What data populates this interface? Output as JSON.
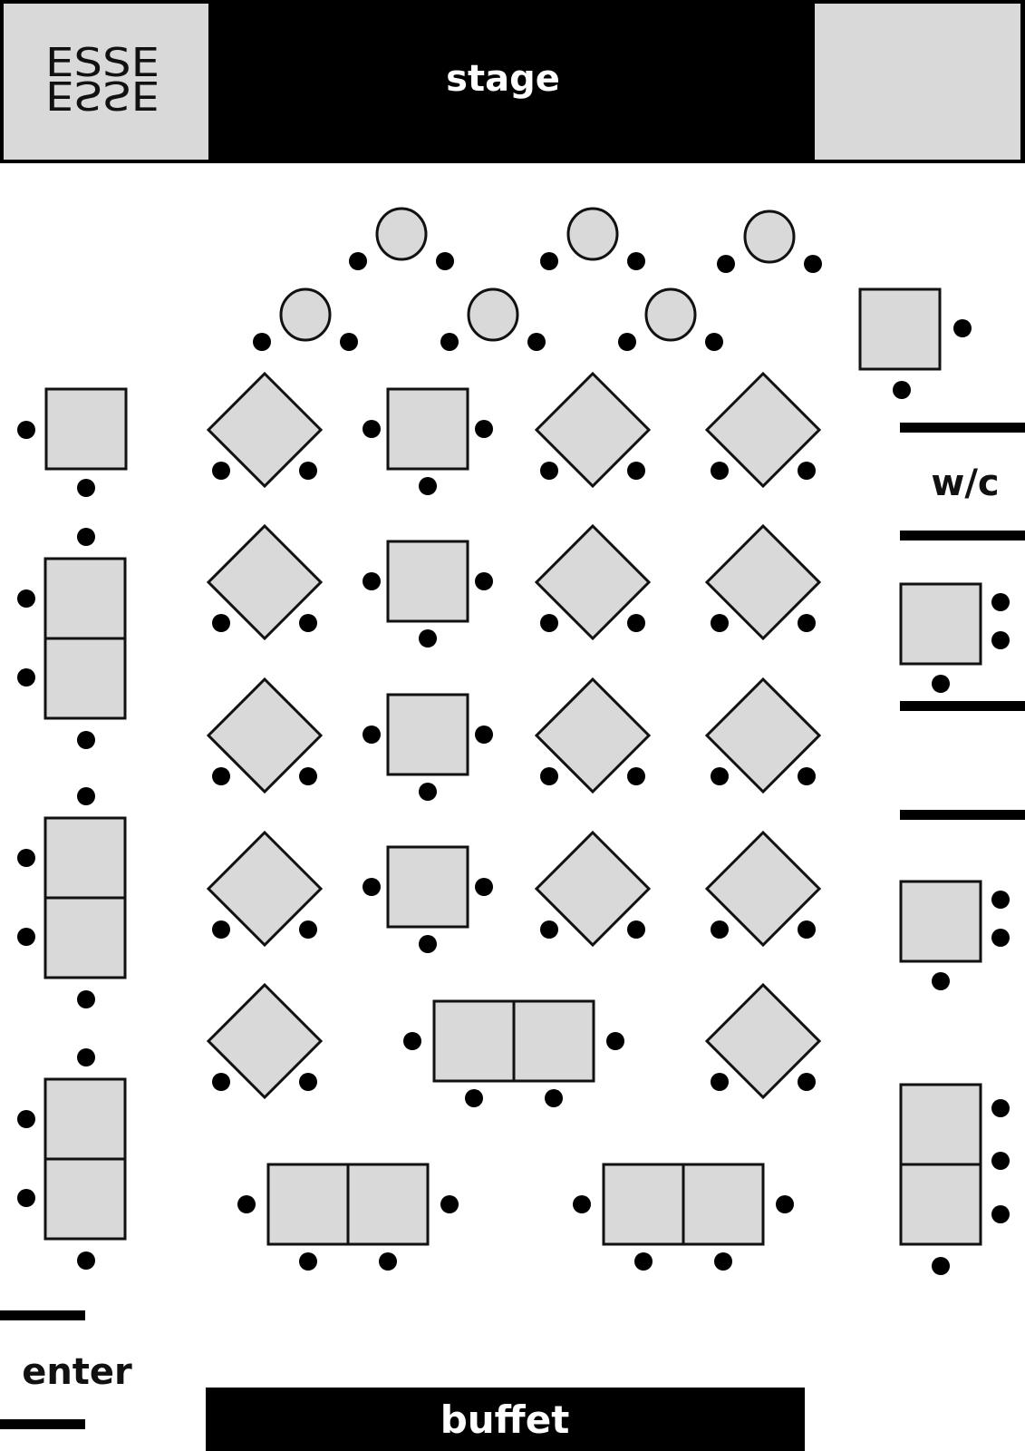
{
  "colors": {
    "table_fill": "#d9d9d9",
    "outline": "#111111",
    "seat": "#000000",
    "dark_block": "#000000",
    "background": "#ffffff"
  },
  "header": {
    "logo_top": "ESSE",
    "logo_bottom": "ESSE",
    "stage_label": "stage"
  },
  "zones": {
    "wc_label": "w/c",
    "enter_label": "enter",
    "buffet_label": "buffet"
  },
  "tables": {
    "round": [
      {
        "id": "r1",
        "seats": 2
      },
      {
        "id": "r2",
        "seats": 2
      },
      {
        "id": "r3",
        "seats": 2
      },
      {
        "id": "r4",
        "seats": 2
      },
      {
        "id": "r5",
        "seats": 2
      },
      {
        "id": "r6",
        "seats": 2
      }
    ],
    "diamond_count": 14,
    "diamond_seats_each": 2,
    "square_center_count": 4,
    "square_center_seats_each": 3,
    "left_column": [
      {
        "id": "L1",
        "shape": "square",
        "seats": 2
      },
      {
        "id": "L2",
        "shape": "double-vertical",
        "seats": 4
      },
      {
        "id": "L3",
        "shape": "double-vertical",
        "seats": 4
      },
      {
        "id": "L4",
        "shape": "double-vertical",
        "seats": 4
      }
    ],
    "right_column": [
      {
        "id": "R1",
        "shape": "square",
        "seats": 2
      },
      {
        "id": "R2",
        "shape": "square",
        "seats": 3
      },
      {
        "id": "R3",
        "shape": "square",
        "seats": 3
      },
      {
        "id": "R4",
        "shape": "double-vertical",
        "seats": 4
      }
    ],
    "double_horizontal": [
      {
        "id": "H1",
        "seats": 4
      },
      {
        "id": "H2",
        "seats": 4
      },
      {
        "id": "H3",
        "seats": 4
      }
    ]
  }
}
